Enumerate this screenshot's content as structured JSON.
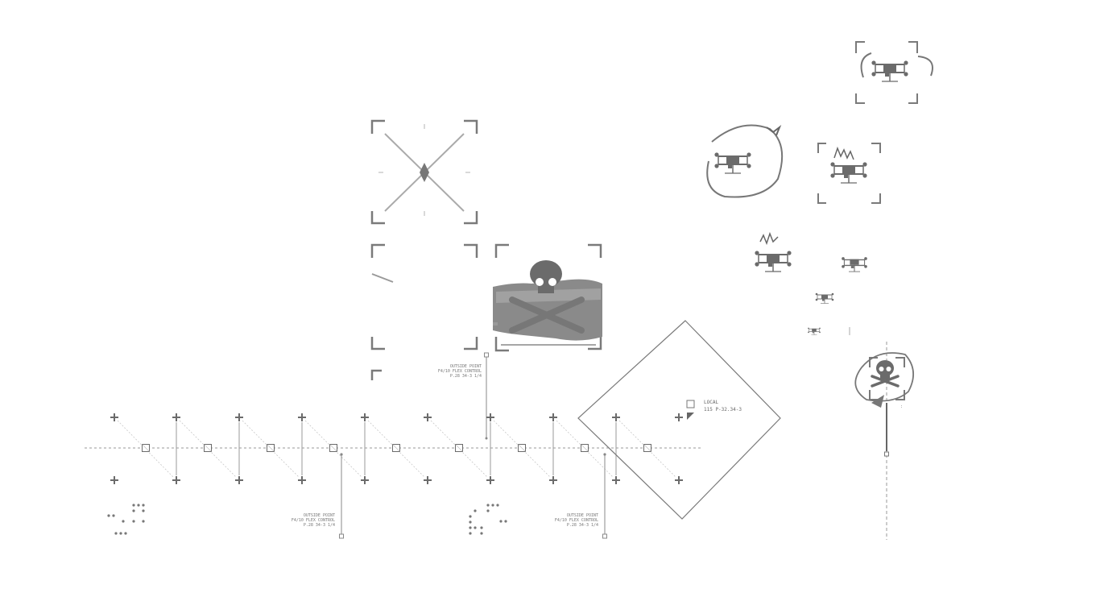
{
  "colors": {
    "ink": "#7a7a7a",
    "ink_dark": "#6b6b6b",
    "background": "#ffffff"
  },
  "annotations": {
    "point_left": [
      "OUTSIDE POINT",
      "F4/10 FLEX CONTROL",
      "P.28 34-3    1/4"
    ],
    "point_right": [
      "OUTSIDE POINT",
      "F4/10 FLEX CONTROL",
      "P.28 34-3    1/4"
    ],
    "point_top": [
      "OUTSIDE POINT",
      "F4/10 FLEX CONTROL",
      "P.28 34-3    1/4"
    ],
    "local_label": [
      "LOCAL",
      "115   P-32.34-3"
    ]
  },
  "icons": {
    "target_bracket": "viewfinder-bracket-icon",
    "crosshair": "crosshair-icon",
    "skull": "skull-crossbones-icon",
    "drone": "quadcopter-drone-icon",
    "plane": "jet-icon"
  }
}
